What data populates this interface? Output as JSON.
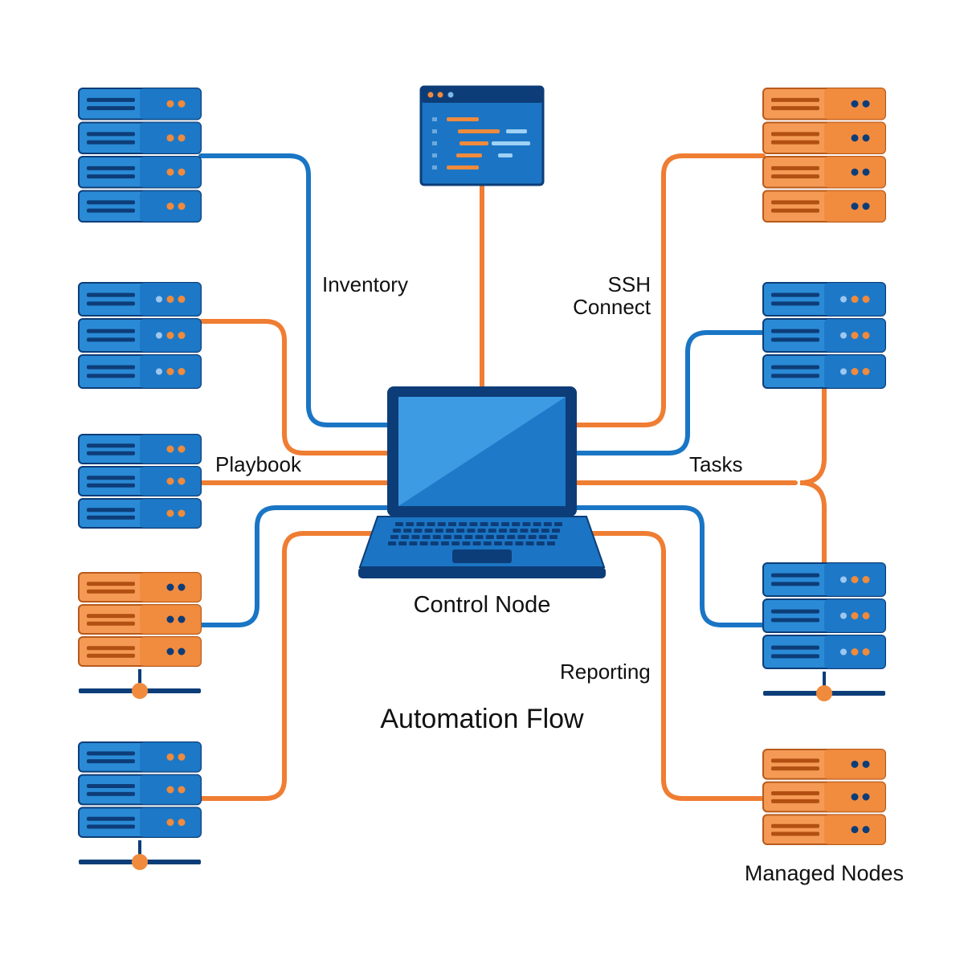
{
  "colors": {
    "blue": "#1b75c4",
    "blue_panel": "#2a8ad6",
    "blue_dark": "#0d3d78",
    "blue_line": "#1a76c5",
    "orange": "#f08a3c",
    "orange_panel": "#f59a55",
    "orange_dark": "#b85a1a",
    "orange_line": "#ef7d32",
    "text": "#111111",
    "background": "#ffffff"
  },
  "labels": {
    "inventory": "Inventory",
    "ssh_line1": "SSH",
    "ssh_line2": "Connect",
    "playbook": "Playbook",
    "tasks": "Tasks",
    "control_node": "Control Node",
    "reporting": "Reporting",
    "automation_flow": "Automation Flow",
    "managed_nodes": "Managed Nodes"
  },
  "nodes": {
    "control": {
      "icon": "laptop-icon",
      "label_key": "control_node"
    },
    "editor": {
      "icon": "code-editor-icon"
    },
    "servers": [
      {
        "id": "left-1",
        "icon": "server-rack-icon",
        "color": "blue",
        "units": 4
      },
      {
        "id": "left-2",
        "icon": "server-rack-icon",
        "color": "blue",
        "units": 3
      },
      {
        "id": "left-3",
        "icon": "server-rack-icon",
        "color": "blue",
        "units": 3
      },
      {
        "id": "left-4",
        "icon": "networked-server-icon",
        "color": "orange",
        "units": 3
      },
      {
        "id": "left-5",
        "icon": "networked-server-icon",
        "color": "blue",
        "units": 3
      },
      {
        "id": "right-1",
        "icon": "server-rack-icon",
        "color": "orange",
        "units": 4
      },
      {
        "id": "right-2",
        "icon": "server-rack-icon",
        "color": "blue",
        "units": 3
      },
      {
        "id": "right-3",
        "icon": "networked-server-icon",
        "color": "blue",
        "units": 3
      },
      {
        "id": "right-4",
        "icon": "server-rack-icon",
        "color": "orange",
        "units": 3
      }
    ]
  }
}
